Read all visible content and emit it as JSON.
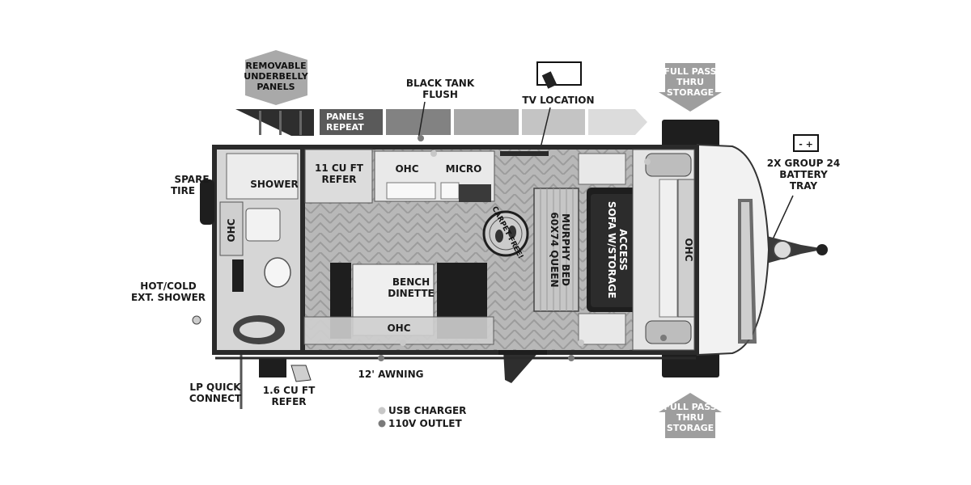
{
  "labels": {
    "removable_underbelly": [
      "REMOVABLE",
      "UNDERBELLY",
      "PANELS"
    ],
    "black_tank_flush": [
      "BLACK TANK",
      "FLUSH"
    ],
    "tv_location": "TV LOCATION",
    "full_pass_top": [
      "FULL PASS",
      "THRU",
      "STORAGE"
    ],
    "full_pass_bottom": [
      "FULL PASS",
      "THRU",
      "STORAGE"
    ],
    "battery_tray": [
      "2X GROUP 24",
      "BATTERY",
      "TRAY"
    ],
    "panels_repeat": [
      "PANELS",
      "REPEAT"
    ],
    "spare_tire": [
      "SPARE",
      "TIRE"
    ],
    "shower": "SHOWER",
    "refer_11": [
      "11 CU FT",
      "REFER"
    ],
    "ohc_kitchen": "OHC",
    "micro": "MICRO",
    "ohc_bath": "OHC",
    "carpet_free": "CARPET FREE!",
    "murphy_bed": [
      "60X74 QUEEN",
      "MURPHY BED"
    ],
    "sofa": [
      "SOFA W/STORAGE",
      "ACCESS"
    ],
    "ohc_front": "OHC",
    "bench_dinette": [
      "BENCH",
      "DINETTE"
    ],
    "ohc_dinette": "OHC",
    "hot_cold_shower": [
      "HOT/COLD",
      "EXT. SHOWER"
    ],
    "awning": "12' AWNING",
    "lp_quick_connect": [
      "LP QUICK",
      "CONNECT"
    ],
    "refer_16": [
      "1.6 CU FT",
      "REFER"
    ],
    "battery_symbol": "- +"
  },
  "legend": [
    {
      "label": "USB CHARGER",
      "color": "#c8c8c8"
    },
    {
      "label": "110V OUTLET",
      "color": "#7a7a7a"
    }
  ],
  "colors": {
    "wall": "#2a2a2a",
    "floor": "#bdbdbd",
    "cap": "#f2f2f2",
    "arrow": "#9a9a9a"
  }
}
